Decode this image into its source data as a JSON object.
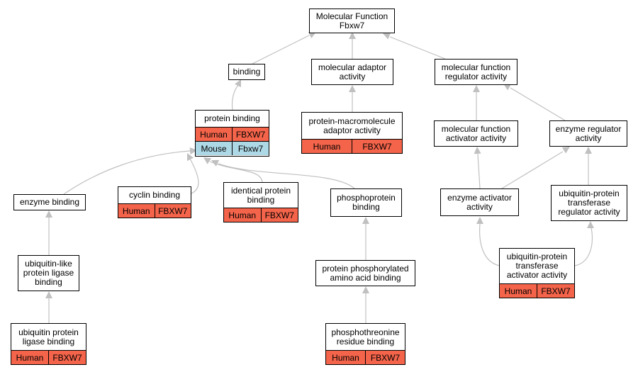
{
  "colors": {
    "edge": "#c0c0c0",
    "human_annotation": "#f4644a",
    "mouse_annotation": "#add8e6"
  },
  "nodes": {
    "molecular_function": {
      "label": "Molecular Function\nFbxw7"
    },
    "binding": {
      "label": "binding"
    },
    "molecular_adaptor_activity": {
      "label": "molecular adaptor\nactivity"
    },
    "molecular_function_regulator_activity": {
      "label": "molecular function\nregulator activity"
    },
    "protein_binding": {
      "label": "protein binding",
      "annotations": [
        {
          "organism": "Human",
          "gene": "FBXW7"
        },
        {
          "organism": "Mouse",
          "gene": "Fbxw7"
        }
      ]
    },
    "protein_macromolecule_adaptor_activity": {
      "label": "protein-macromolecule\nadaptor activity",
      "annotations": [
        {
          "organism": "Human",
          "gene": "FBXW7"
        }
      ]
    },
    "molecular_function_activator_activity": {
      "label": "molecular function\nactivator activity"
    },
    "enzyme_regulator_activity": {
      "label": "enzyme regulator\nactivity"
    },
    "enzyme_binding": {
      "label": "enzyme binding"
    },
    "cyclin_binding": {
      "label": "cyclin binding",
      "annotations": [
        {
          "organism": "Human",
          "gene": "FBXW7"
        }
      ]
    },
    "identical_protein_binding": {
      "label": "identical protein\nbinding",
      "annotations": [
        {
          "organism": "Human",
          "gene": "FBXW7"
        }
      ]
    },
    "phosphoprotein_binding": {
      "label": "phosphoprotein\nbinding"
    },
    "enzyme_activator_activity": {
      "label": "enzyme activator\nactivity"
    },
    "ubiquitin_protein_transferase_regulator_activity": {
      "label": "ubiquitin-protein\ntransferase\nregulator activity"
    },
    "ubiquitin_like_protein_ligase_binding": {
      "label": "ubiquitin-like\nprotein ligase\nbinding"
    },
    "protein_phosphorylated_amino_acid_binding": {
      "label": "protein phosphorylated\namino acid binding"
    },
    "ubiquitin_protein_transferase_activator_activity": {
      "label": "ubiquitin-protein\ntransferase\nactivator activity",
      "annotations": [
        {
          "organism": "Human",
          "gene": "FBXW7"
        }
      ]
    },
    "ubiquitin_protein_ligase_binding": {
      "label": "ubiquitin protein\nligase binding",
      "annotations": [
        {
          "organism": "Human",
          "gene": "FBXW7"
        }
      ]
    },
    "phosphothreonine_residue_binding": {
      "label": "phosphothreonine\nresidue binding",
      "annotations": [
        {
          "organism": "Human",
          "gene": "FBXW7"
        }
      ]
    }
  }
}
